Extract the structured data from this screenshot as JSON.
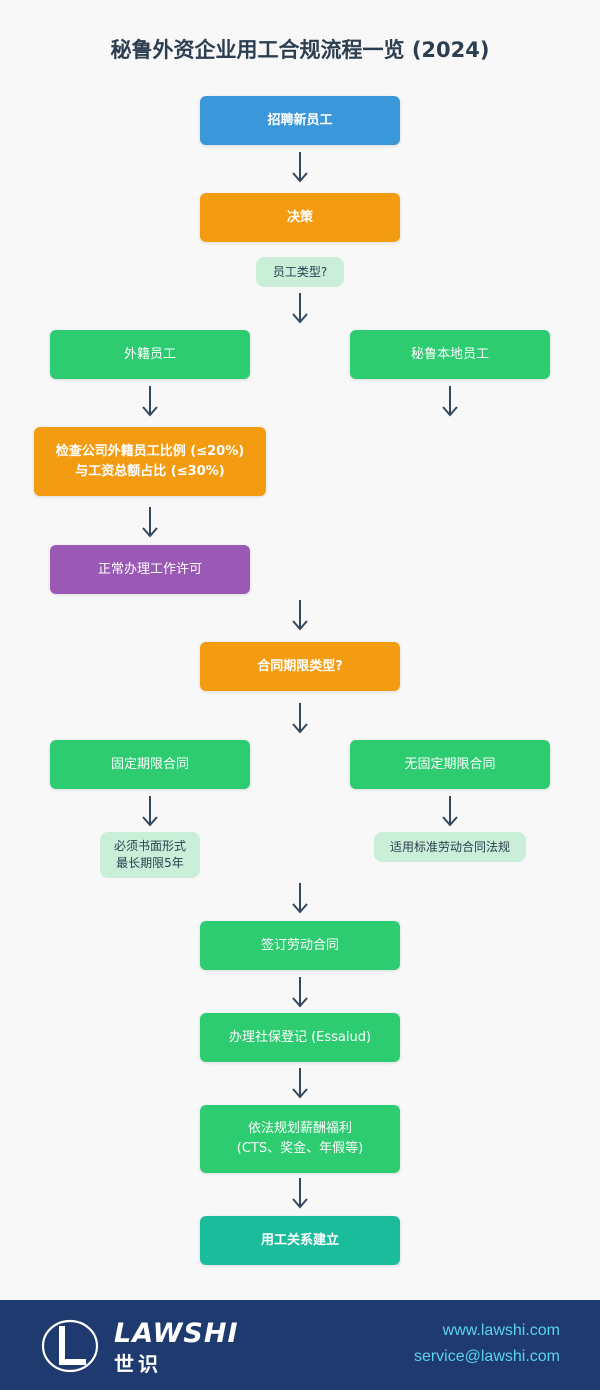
{
  "title": "秘鲁外资企业用工合规流程一览 (2024)",
  "nodes": {
    "recruit": "招聘新员工",
    "decision": "决策",
    "employee_type_q": "员工类型?",
    "foreign": "外籍员工",
    "local": "秘鲁本地员工",
    "check_ratio": "检查公司外籍员工比例 (≤20%)\n与工资总额占比 (≤30%)",
    "work_permit": "正常办理工作许可",
    "contract_type_q": "合同期限类型?",
    "fixed": "固定期限合同",
    "indefinite": "无固定期限合同",
    "fixed_note": "必须书面形式\n最长期限5年",
    "indefinite_note": "适用标准劳动合同法规",
    "sign": "签订劳动合同",
    "social_security": "办理社保登记 (Essalud)",
    "benefits": "依法规划薪酬福利\n(CTS、奖金、年假等)",
    "established": "用工关系建立"
  },
  "colors": {
    "blue": "#3a97d9",
    "orange": "#f39c12",
    "green": "#2ecc71",
    "purple": "#9b59b6",
    "teal": "#1abc9c",
    "note_bg": "#c9efd9",
    "arrow": "#34495e",
    "footer_bg": "#1e3a6e",
    "contact_text": "#5ad3ea"
  },
  "footer": {
    "logo_text": "LAWSHI",
    "logo_sub": "世识",
    "website": "www.lawshi.com",
    "email": "service@lawshi.com"
  }
}
